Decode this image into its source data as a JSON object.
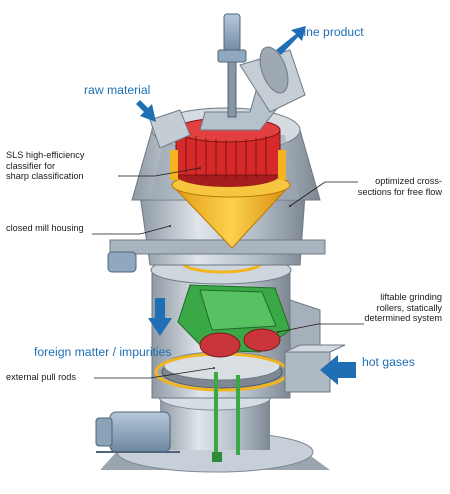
{
  "labels": {
    "fine_product": "fine product",
    "raw_material": "raw material",
    "sls_classifier": [
      "SLS high-efficiency",
      "classifier for",
      "sharp classification"
    ],
    "optimized_cross_sections": [
      "optimized cross-",
      "sections for free flow"
    ],
    "closed_mill_housing": "closed mill housing",
    "liftable_grinding_rollers": [
      "liftable grinding",
      "rollers, statically",
      "determined system"
    ],
    "foreign_matter": "foreign matter / impurities",
    "hot_gases": "hot gases",
    "external_pull_rods": "external pull rods"
  },
  "colors": {
    "arrow_blue": "#1f6fb5",
    "housing_grey": "#b9c3cd",
    "classifier_red": "#d62a2a",
    "cone_yellow": "#f2b51f",
    "rollers_green": "#3aa845",
    "motor_blue_grey": "#8fa7bf"
  }
}
